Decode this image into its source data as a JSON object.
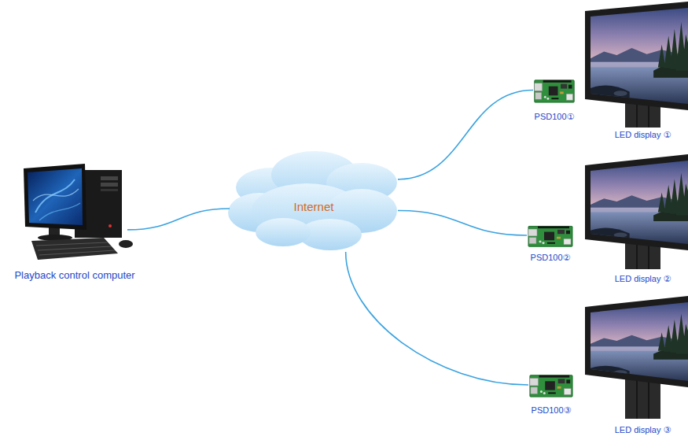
{
  "diagram": {
    "nodes": [
      {
        "text": [
          "Playback control computer"
        ]
      },
      {
        "text": [
          "Internet"
        ]
      },
      {
        "text": [
          "PSD100①"
        ]
      },
      {
        "text": [
          "LED display ①"
        ]
      },
      {
        "text": [
          "PSD100②"
        ]
      },
      {
        "text": [
          "LED display ②"
        ]
      },
      {
        "text": [
          "PSD100③"
        ]
      },
      {
        "text": [
          "LED display ③"
        ]
      }
    ],
    "edges": [
      {
        "from": 0,
        "to": 1,
        "arrow": "none"
      },
      {
        "from": 1,
        "to": 2,
        "arrow": "none"
      },
      {
        "from": 1,
        "to": 4,
        "arrow": "none"
      },
      {
        "from": 1,
        "to": 6,
        "arrow": "none"
      }
    ]
  }
}
